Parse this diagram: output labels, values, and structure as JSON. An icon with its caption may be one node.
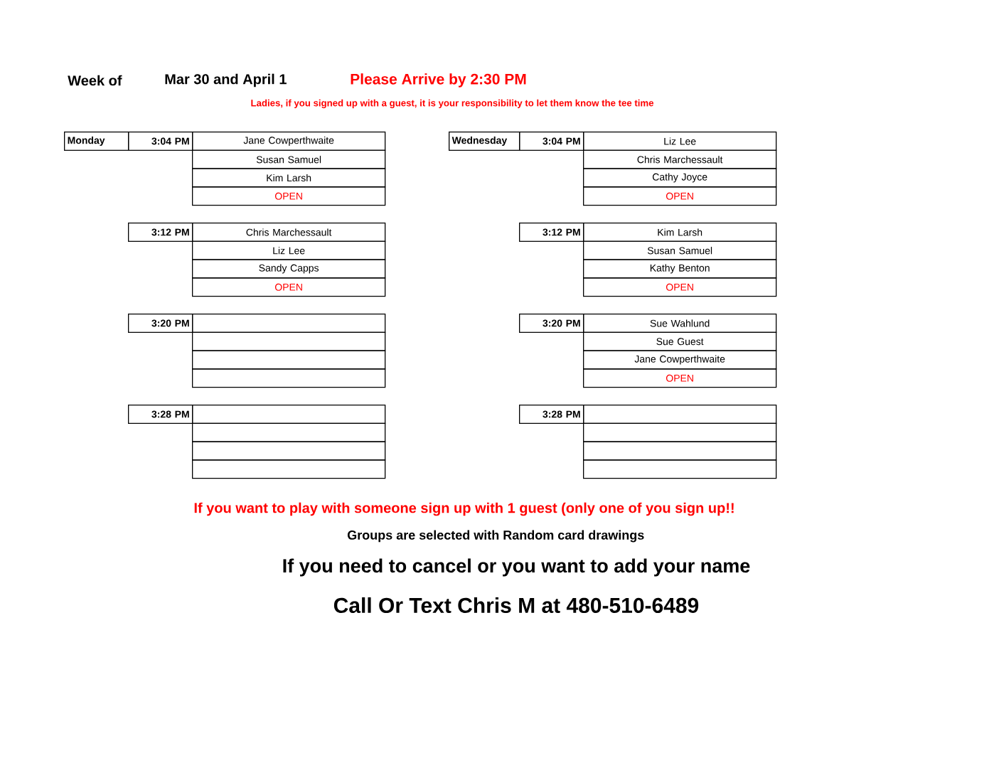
{
  "diagram": {
    "nodes": [
      {
        "text": [
          "Monday"
        ]
      },
      {
        "text": [
          "3:04 PM"
        ]
      },
      {
        "text": [
          "Jane Cowperthwaite"
        ]
      },
      {
        "text": [
          "Wednesday"
        ]
      },
      {
        "text": [
          "3:04 PM"
        ]
      },
      {
        "text": [
          "Liz Lee"
        ]
      },
      {
        "text": [
          "Susan Samuel"
        ]
      },
      {
        "text": [
          "Chris Marchessault"
        ]
      },
      {
        "text": [
          "Kim Larsh"
        ]
      },
      {
        "text": [
          "Cathy Joyce"
        ]
      },
      {
        "text": [
          "OPEN"
        ]
      },
      {
        "text": [
          "OPEN"
        ]
      },
      {
        "text": [
          "3:12 PM"
        ]
      },
      {
        "text": [
          "Chris Marchessault"
        ]
      },
      {
        "text": [
          "3:12 PM"
        ]
      },
      {
        "text": [
          "Kim Larsh"
        ]
      },
      {
        "text": [
          "Liz Lee"
        ]
      },
      {
        "text": [
          "Susan Samuel"
        ]
      },
      {
        "text": [
          "Sandy Capps"
        ]
      },
      {
        "text": [
          "Kathy Benton"
        ]
      },
      {
        "text": [
          "OPEN"
        ]
      },
      {
        "text": [
          "OPEN"
        ]
      },
      {
        "text": [
          "3:20 PM"
        ]
      },
      {
        "text": [],
        "shape": "box"
      },
      {
        "text": [
          "3:20 PM"
        ]
      },
      {
        "text": [
          "Sue Wahlund"
        ]
      },
      {
        "text": [],
        "shape": "box"
      },
      {
        "text": [
          "Sue Guest"
        ]
      },
      {
        "text": [],
        "shape": "box"
      },
      {
        "text": [
          "Jane Cowperthwaite"
        ]
      },
      {
        "text": [],
        "shape": "box"
      },
      {
        "text": [
          "OPEN"
        ]
      },
      {
        "text": [
          "3:28 PM"
        ]
      },
      {
        "text": [],
        "shape": "box"
      },
      {
        "text": [
          "3:28 PM"
        ]
      },
      {
        "text": [],
        "shape": "box"
      },
      {
        "text": [],
        "shape": "box"
      },
      {
        "text": [],
        "shape": "box"
      },
      {
        "text": [],
        "shape": "box"
      },
      {
        "text": [],
        "shape": "box"
      },
      {
        "text": [],
        "shape": "box"
      },
      {
        "text": [],
        "shape": "box"
      }
    ],
    "labels": [
      "Week of",
      "Mar 30 and April 1",
      "Please  Arrive by 2:30 PM",
      "Ladies, if you signed up with a guest, it is your responsibility to let them know the tee time",
      "If you want to play with someone sign up with 1 guest (only one of you sign up!!",
      "Groups are selected with Random card drawings",
      "If you need to cancel or you want to add your name",
      "Call Or Text Chris M at 480-510-6489"
    ]
  }
}
